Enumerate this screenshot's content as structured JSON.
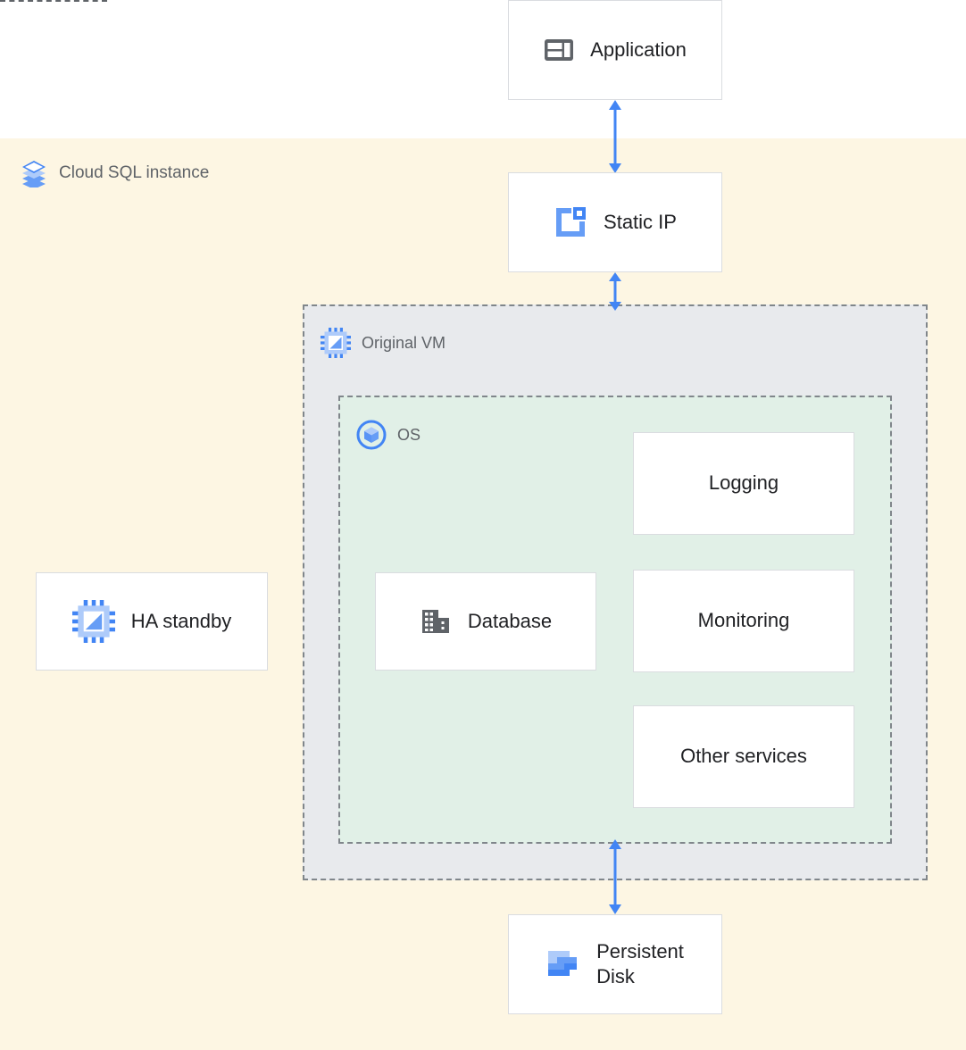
{
  "diagram": {
    "title": "Cloud SQL instance architecture",
    "colors": {
      "cloudsql_background": "#fdf6e3",
      "vm_background": "#e8eaed",
      "os_background": "#e1f0e7",
      "node_background": "#ffffff",
      "node_border": "#dadce0",
      "container_border": "#80868b",
      "arrow": "#4285f4",
      "icon_blue": "#4285f4",
      "icon_blue_light": "#a7c7fa",
      "icon_gray": "#5f6368",
      "label_text": "#202124",
      "container_label_text": "#5f6368"
    }
  },
  "containers": {
    "cloudsql": {
      "label": "Cloud SQL instance",
      "icon": "stacked-layers-icon"
    },
    "vm": {
      "label": "Original VM",
      "icon": "cpu-chip-icon"
    },
    "os": {
      "label": "OS",
      "icon": "os-cube-circle-icon"
    }
  },
  "nodes": {
    "application": {
      "label": "Application",
      "icon": "application-window-icon"
    },
    "static_ip": {
      "label": "Static IP",
      "icon": "static-ip-icon"
    },
    "ha_standby": {
      "label": "HA standby",
      "icon": "cpu-chip-icon"
    },
    "database": {
      "label": "Database",
      "icon": "database-building-icon"
    },
    "logging": {
      "label": "Logging",
      "icon": ""
    },
    "monitoring": {
      "label": "Monitoring",
      "icon": ""
    },
    "other_services": {
      "label": "Other services",
      "icon": ""
    },
    "persistent_disk": {
      "label": "Persistent\nDisk",
      "icon": "persistent-disk-icon"
    }
  },
  "connectors": {
    "application_to_static_ip": {
      "type": "double-arrow-vertical",
      "style": "solid",
      "color": "#4285f4"
    },
    "static_ip_to_vm": {
      "type": "double-arrow-vertical",
      "style": "solid",
      "color": "#4285f4"
    },
    "os_to_persistent_disk": {
      "type": "double-arrow-vertical",
      "style": "solid",
      "color": "#4285f4"
    },
    "ha_standby_to_database": {
      "type": "line-horizontal",
      "style": "dashed",
      "color": "#5f6368"
    }
  }
}
